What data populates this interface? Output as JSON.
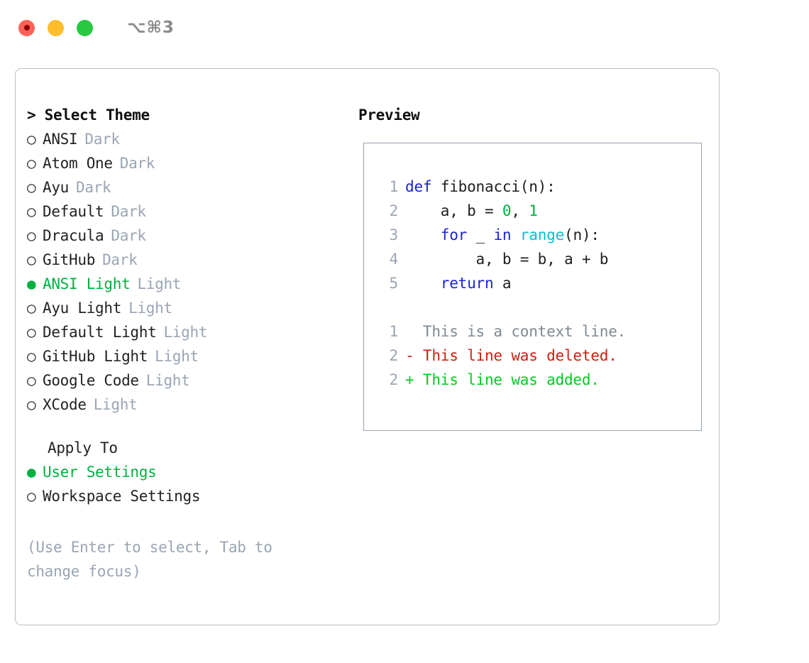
{
  "titlebar": {
    "shortcut": "⌥⌘3",
    "buttons": [
      {
        "name": "close",
        "color": "#ff6058"
      },
      {
        "name": "minimize",
        "color": "#ffbd2e"
      },
      {
        "name": "maximize",
        "color": "#28c840"
      }
    ]
  },
  "theme_panel": {
    "header": "> Select Theme",
    "options": [
      {
        "marker": "○",
        "label": "ANSI",
        "kind": "Dark",
        "selected": false
      },
      {
        "marker": "○",
        "label": "Atom One",
        "kind": "Dark",
        "selected": false
      },
      {
        "marker": "○",
        "label": "Ayu",
        "kind": "Dark",
        "selected": false
      },
      {
        "marker": "○",
        "label": "Default",
        "kind": "Dark",
        "selected": false
      },
      {
        "marker": "○",
        "label": "Dracula",
        "kind": "Dark",
        "selected": false
      },
      {
        "marker": "○",
        "label": "GitHub",
        "kind": "Dark",
        "selected": false
      },
      {
        "marker": "●",
        "label": "ANSI Light",
        "kind": "Light",
        "selected": true
      },
      {
        "marker": "○",
        "label": "Ayu Light",
        "kind": "Light",
        "selected": false
      },
      {
        "marker": "○",
        "label": "Default Light",
        "kind": "Light",
        "selected": false
      },
      {
        "marker": "○",
        "label": "GitHub Light",
        "kind": "Light",
        "selected": false
      },
      {
        "marker": "○",
        "label": "Google Code",
        "kind": "Light",
        "selected": false
      },
      {
        "marker": "○",
        "label": "XCode",
        "kind": "Light",
        "selected": false
      }
    ],
    "apply_to": {
      "title": "Apply To",
      "options": [
        {
          "marker": "●",
          "label": "User Settings",
          "selected": true
        },
        {
          "marker": "○",
          "label": "Workspace Settings",
          "selected": false
        }
      ]
    },
    "hint": "(Use Enter to select, Tab to change focus)"
  },
  "preview": {
    "title": "Preview",
    "code_lines": [
      {
        "no": "1",
        "tokens": [
          {
            "t": "def",
            "c": "kw"
          },
          {
            "t": " fibonacci(n):",
            "c": "plain"
          }
        ]
      },
      {
        "no": "2",
        "tokens": [
          {
            "t": "    a, b = ",
            "c": "plain"
          },
          {
            "t": "0",
            "c": "num"
          },
          {
            "t": ", ",
            "c": "plain"
          },
          {
            "t": "1",
            "c": "num"
          }
        ]
      },
      {
        "no": "3",
        "tokens": [
          {
            "t": "    ",
            "c": "plain"
          },
          {
            "t": "for",
            "c": "kw"
          },
          {
            "t": " _ ",
            "c": "plain"
          },
          {
            "t": "in",
            "c": "kw"
          },
          {
            "t": " ",
            "c": "plain"
          },
          {
            "t": "range",
            "c": "fn"
          },
          {
            "t": "(n):",
            "c": "plain"
          }
        ]
      },
      {
        "no": "4",
        "tokens": [
          {
            "t": "        a, b = b, a + b",
            "c": "plain"
          }
        ]
      },
      {
        "no": "5",
        "tokens": [
          {
            "t": "    ",
            "c": "plain"
          },
          {
            "t": "return",
            "c": "kw"
          },
          {
            "t": " a",
            "c": "plain"
          }
        ]
      }
    ],
    "diff_lines": [
      {
        "no": "1",
        "text": "  This is a context line.",
        "kind": "ctx"
      },
      {
        "no": "2",
        "text": "- This line was deleted.",
        "kind": "del"
      },
      {
        "no": "2",
        "text": "+ This line was added.",
        "kind": "add"
      }
    ]
  },
  "colors": {
    "accent_green": "#00b140",
    "muted": "#9aa5b4",
    "keyword": "#1a23d8",
    "function": "#00c2d1",
    "number": "#00b140",
    "diff_delete": "#cc1f11",
    "diff_add": "#00cc22",
    "border": "#b9bfc9",
    "preview_border": "#97a2b0"
  }
}
